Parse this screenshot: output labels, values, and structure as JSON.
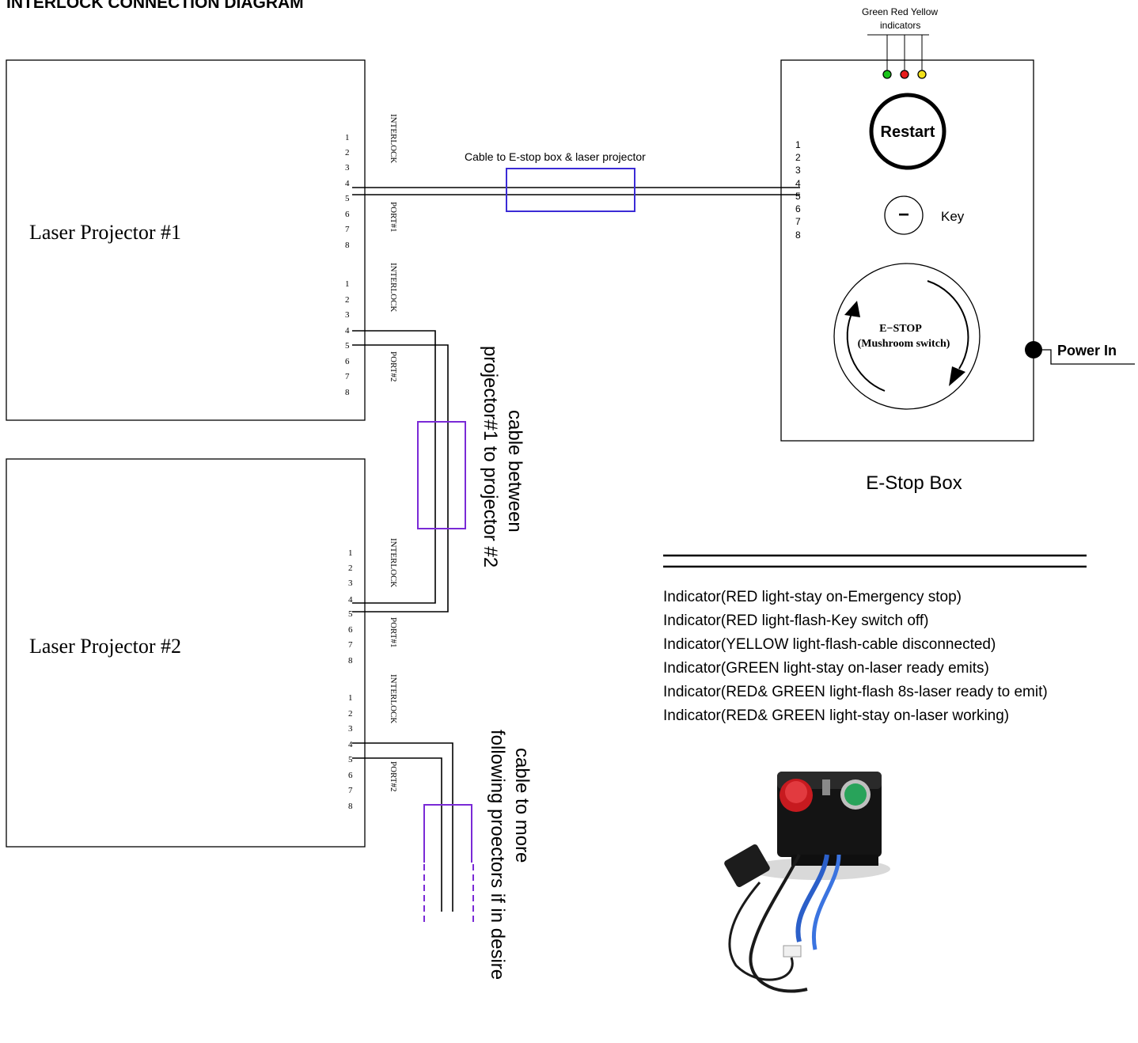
{
  "title": "INTERLOCK CONNECTION DIAGRAM",
  "projectors": [
    {
      "name": "Laser Projector #1",
      "ports": [
        {
          "label_a": "INTERLOCK",
          "label_b": "PORT#1",
          "pins": [
            "1",
            "2",
            "3",
            "4",
            "5",
            "6",
            "7",
            "8"
          ]
        },
        {
          "label_a": "INTERLOCK",
          "label_b": "PORT#2",
          "pins": [
            "1",
            "2",
            "3",
            "4",
            "5",
            "6",
            "7",
            "8"
          ]
        }
      ]
    },
    {
      "name": "Laser Projector #2",
      "ports": [
        {
          "label_a": "INTERLOCK",
          "label_b": "PORT#1",
          "pins": [
            "1",
            "2",
            "3",
            "4",
            "5",
            "6",
            "7",
            "8"
          ]
        },
        {
          "label_a": "INTERLOCK",
          "label_b": "PORT#2",
          "pins": [
            "1",
            "2",
            "3",
            "4",
            "5",
            "6",
            "7",
            "8"
          ]
        }
      ]
    }
  ],
  "cables": {
    "estop_cable": "Cable to E-stop box & laser projector",
    "between_line1": "cable between",
    "between_line2": "projector#1 to projector #2",
    "more_line1": "cable to more",
    "more_line2": "following proectors if in desire"
  },
  "estop_box": {
    "caption": "E-Stop Box",
    "indicators_label_line1": "Green Red Yellow",
    "indicators_label_line2": "indicators",
    "indicator_colors": [
      "#19c319",
      "#e81a1a",
      "#f2e11a"
    ],
    "pins": [
      "1",
      "2",
      "3",
      "4",
      "5",
      "6",
      "7",
      "8"
    ],
    "restart_label": "Restart",
    "key_symbol": "−",
    "key_label": "Key",
    "estop_line1": "E−STOP",
    "estop_line2": "(Mushroom  switch)",
    "power_label": "Power In"
  },
  "legend": [
    "Indicator(RED light-stay on-Emergency stop)",
    "Indicator(RED light-flash-Key switch off)",
    "Indicator(YELLOW light-flash-cable disconnected)",
    "Indicator(GREEN light-stay on-laser ready emits)",
    "Indicator(RED& GREEN light-flash 8s-laser ready to emit)",
    "Indicator(RED& GREEN light-stay on-laser working)"
  ],
  "colors": {
    "line": "#000000",
    "cable_box": "#3b2bd6",
    "cable_dash": "#7a2ad6"
  }
}
